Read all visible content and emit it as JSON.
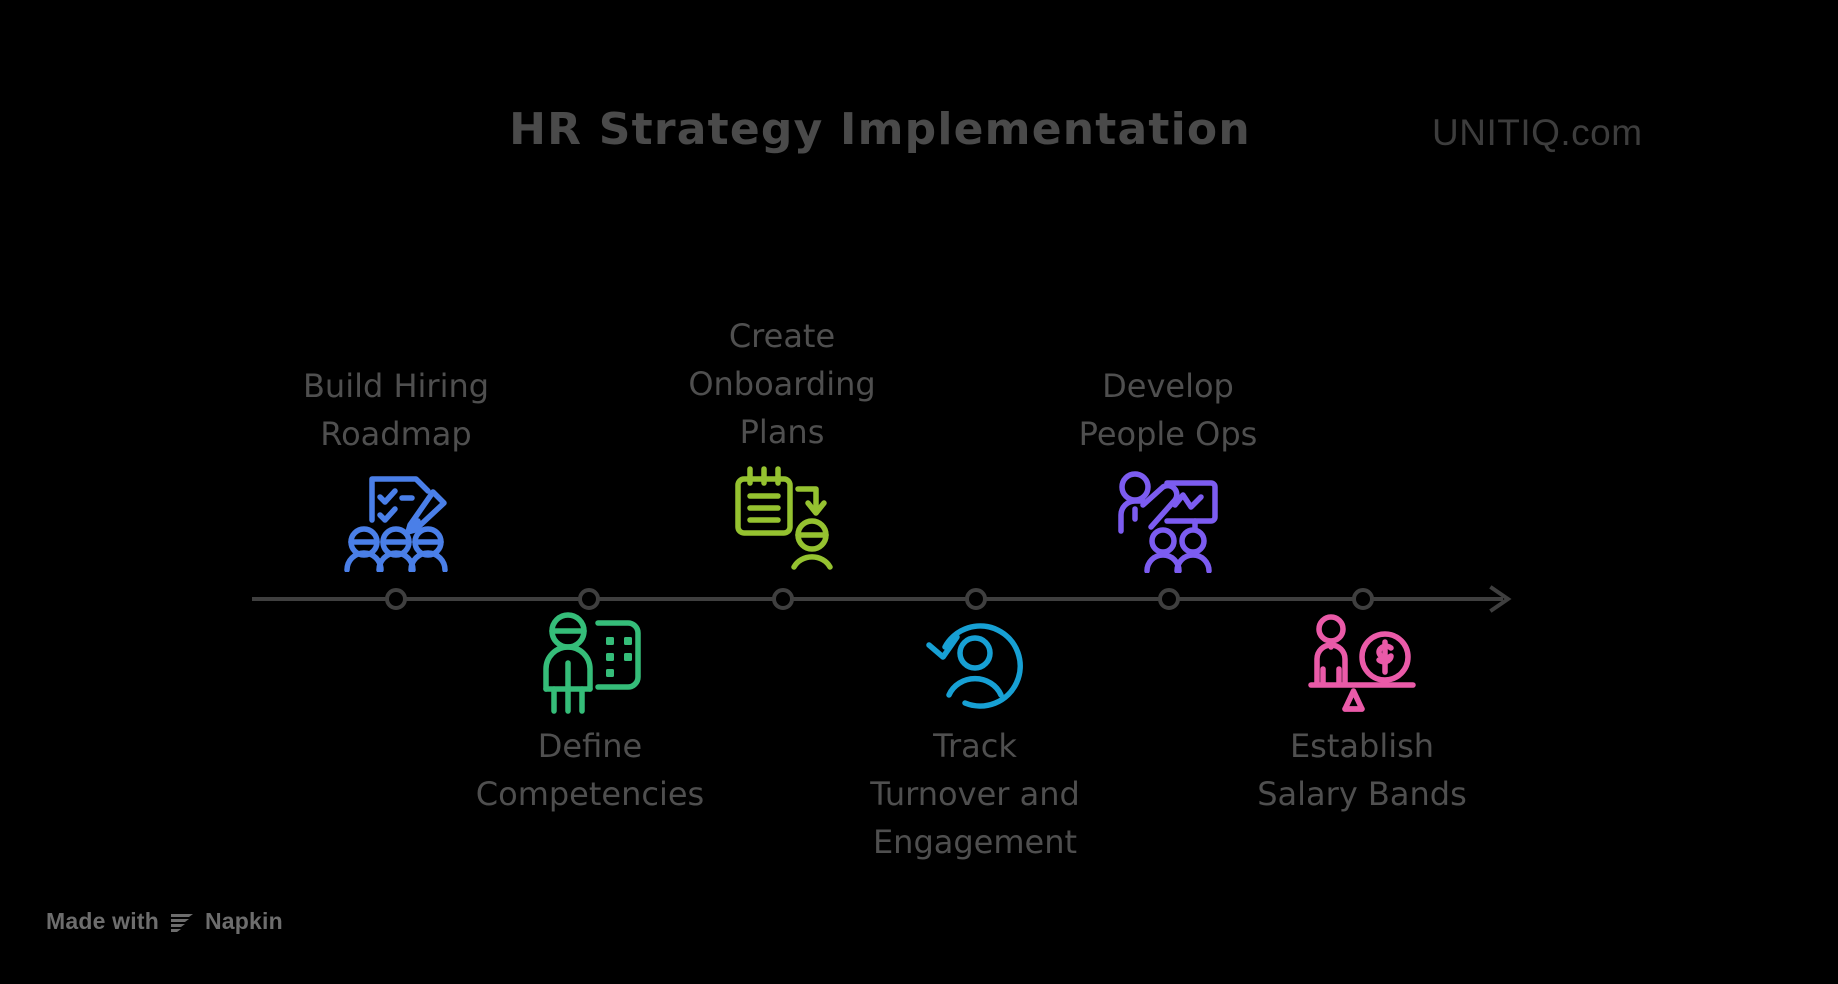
{
  "header": {
    "title": "HR Strategy Implementation",
    "brand": "UNITIQ.com"
  },
  "timeline": {
    "axis_color": "#3f3f3f",
    "node_count": 6,
    "arrow_direction": "right"
  },
  "milestones": [
    {
      "id": 1,
      "label": "Build Hiring\nRoadmap",
      "position": "above",
      "color": "#4a7fe8",
      "icon": "checklist-pencil-people-icon"
    },
    {
      "id": 2,
      "label": "Define\nCompetencies",
      "position": "below",
      "color": "#35bd79",
      "icon": "person-competency-matrix-icon"
    },
    {
      "id": 3,
      "label": "Create\nOnboarding\nPlans",
      "position": "above",
      "color": "#95c230",
      "icon": "notepad-arrow-person-icon"
    },
    {
      "id": 4,
      "label": "Track\nTurnover and\nEngagement",
      "position": "below",
      "color": "#17a0d4",
      "icon": "person-cycle-arrow-icon"
    },
    {
      "id": 5,
      "label": "Develop\nPeople Ops",
      "position": "above",
      "color": "#7c5cf0",
      "icon": "presenter-board-audience-icon"
    },
    {
      "id": 6,
      "label": "Establish\nSalary Bands",
      "position": "below",
      "color": "#ea5aa8",
      "icon": "balance-scale-person-money-icon"
    }
  ],
  "watermark": {
    "prefix": "Made with",
    "brand": "Napkin",
    "logo": "napkin-triangle-icon"
  }
}
